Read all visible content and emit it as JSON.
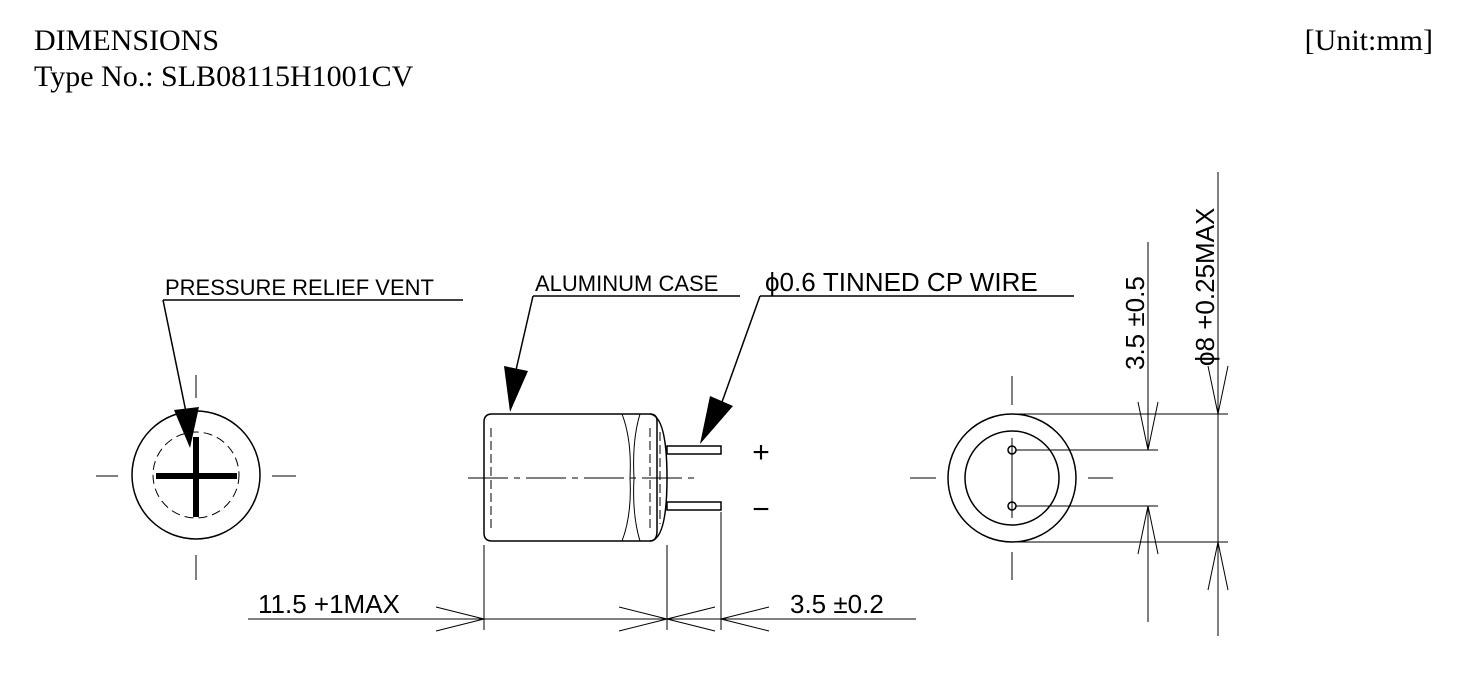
{
  "header": {
    "title": "DIMENSIONS",
    "type_no": "Type No.: SLB08115H1001CV",
    "unit": "[Unit:mm]"
  },
  "callouts": {
    "vent": "PRESSURE RELIEF VENT",
    "case": "ALUMINUM CASE",
    "wire": "ϕ0.6 TINNED CP WIRE"
  },
  "polarity": {
    "plus": "+",
    "minus": "−"
  },
  "dimensions": {
    "length": "11.5 +1MAX",
    "lead_spacing": "3.5 ±0.2",
    "lead_pitch_vertical": "3.5 ±0.5",
    "diameter": "ϕ8 +0.25MAX"
  }
}
